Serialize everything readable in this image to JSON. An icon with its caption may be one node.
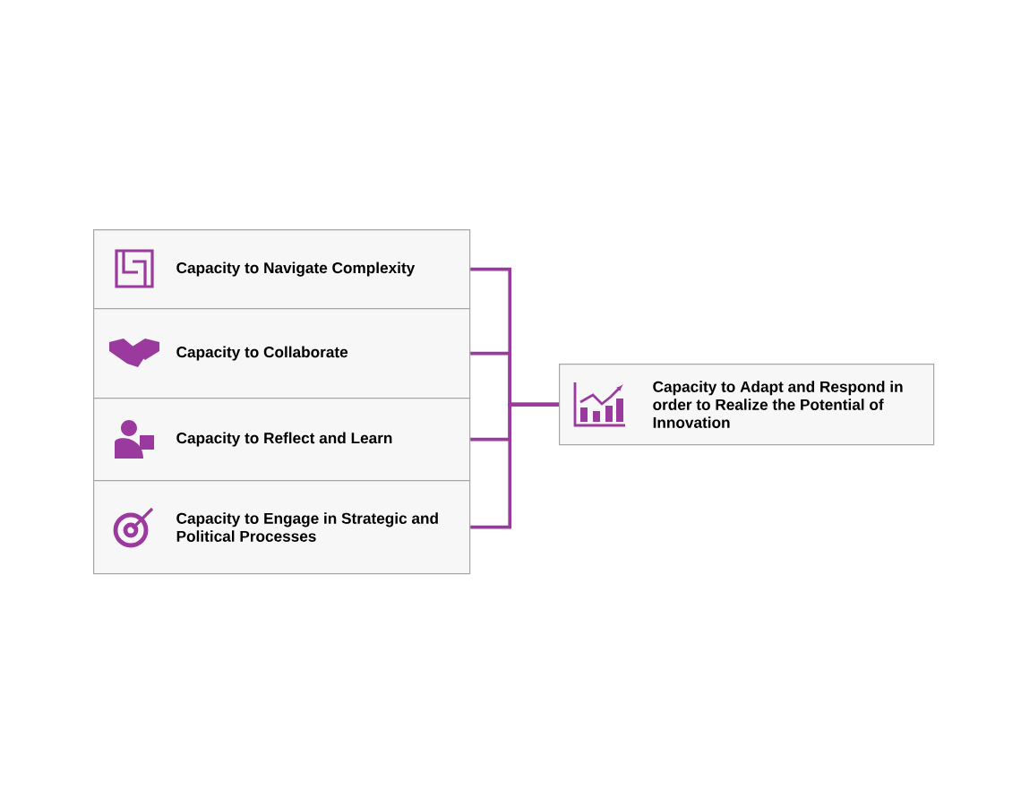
{
  "diagram": {
    "nodes": [
      {
        "text": [
          "Capacity to Navigate Complexity"
        ]
      },
      {
        "text": [
          "Capacity to Collaborate"
        ]
      },
      {
        "text": [
          "Capacity to Reflect and Learn"
        ]
      },
      {
        "text": [
          "Capacity to Engage in Strategic and Political Processes"
        ]
      },
      {
        "text": [
          "Capacity to Adapt and Respond in order to Realize the Potential of Innovation"
        ]
      }
    ],
    "edges": [
      {
        "from": 0,
        "to": 4,
        "arrow": "none"
      },
      {
        "from": 1,
        "to": 4,
        "arrow": "none"
      },
      {
        "from": 2,
        "to": 4,
        "arrow": "none"
      },
      {
        "from": 3,
        "to": 4,
        "arrow": "none"
      }
    ]
  }
}
